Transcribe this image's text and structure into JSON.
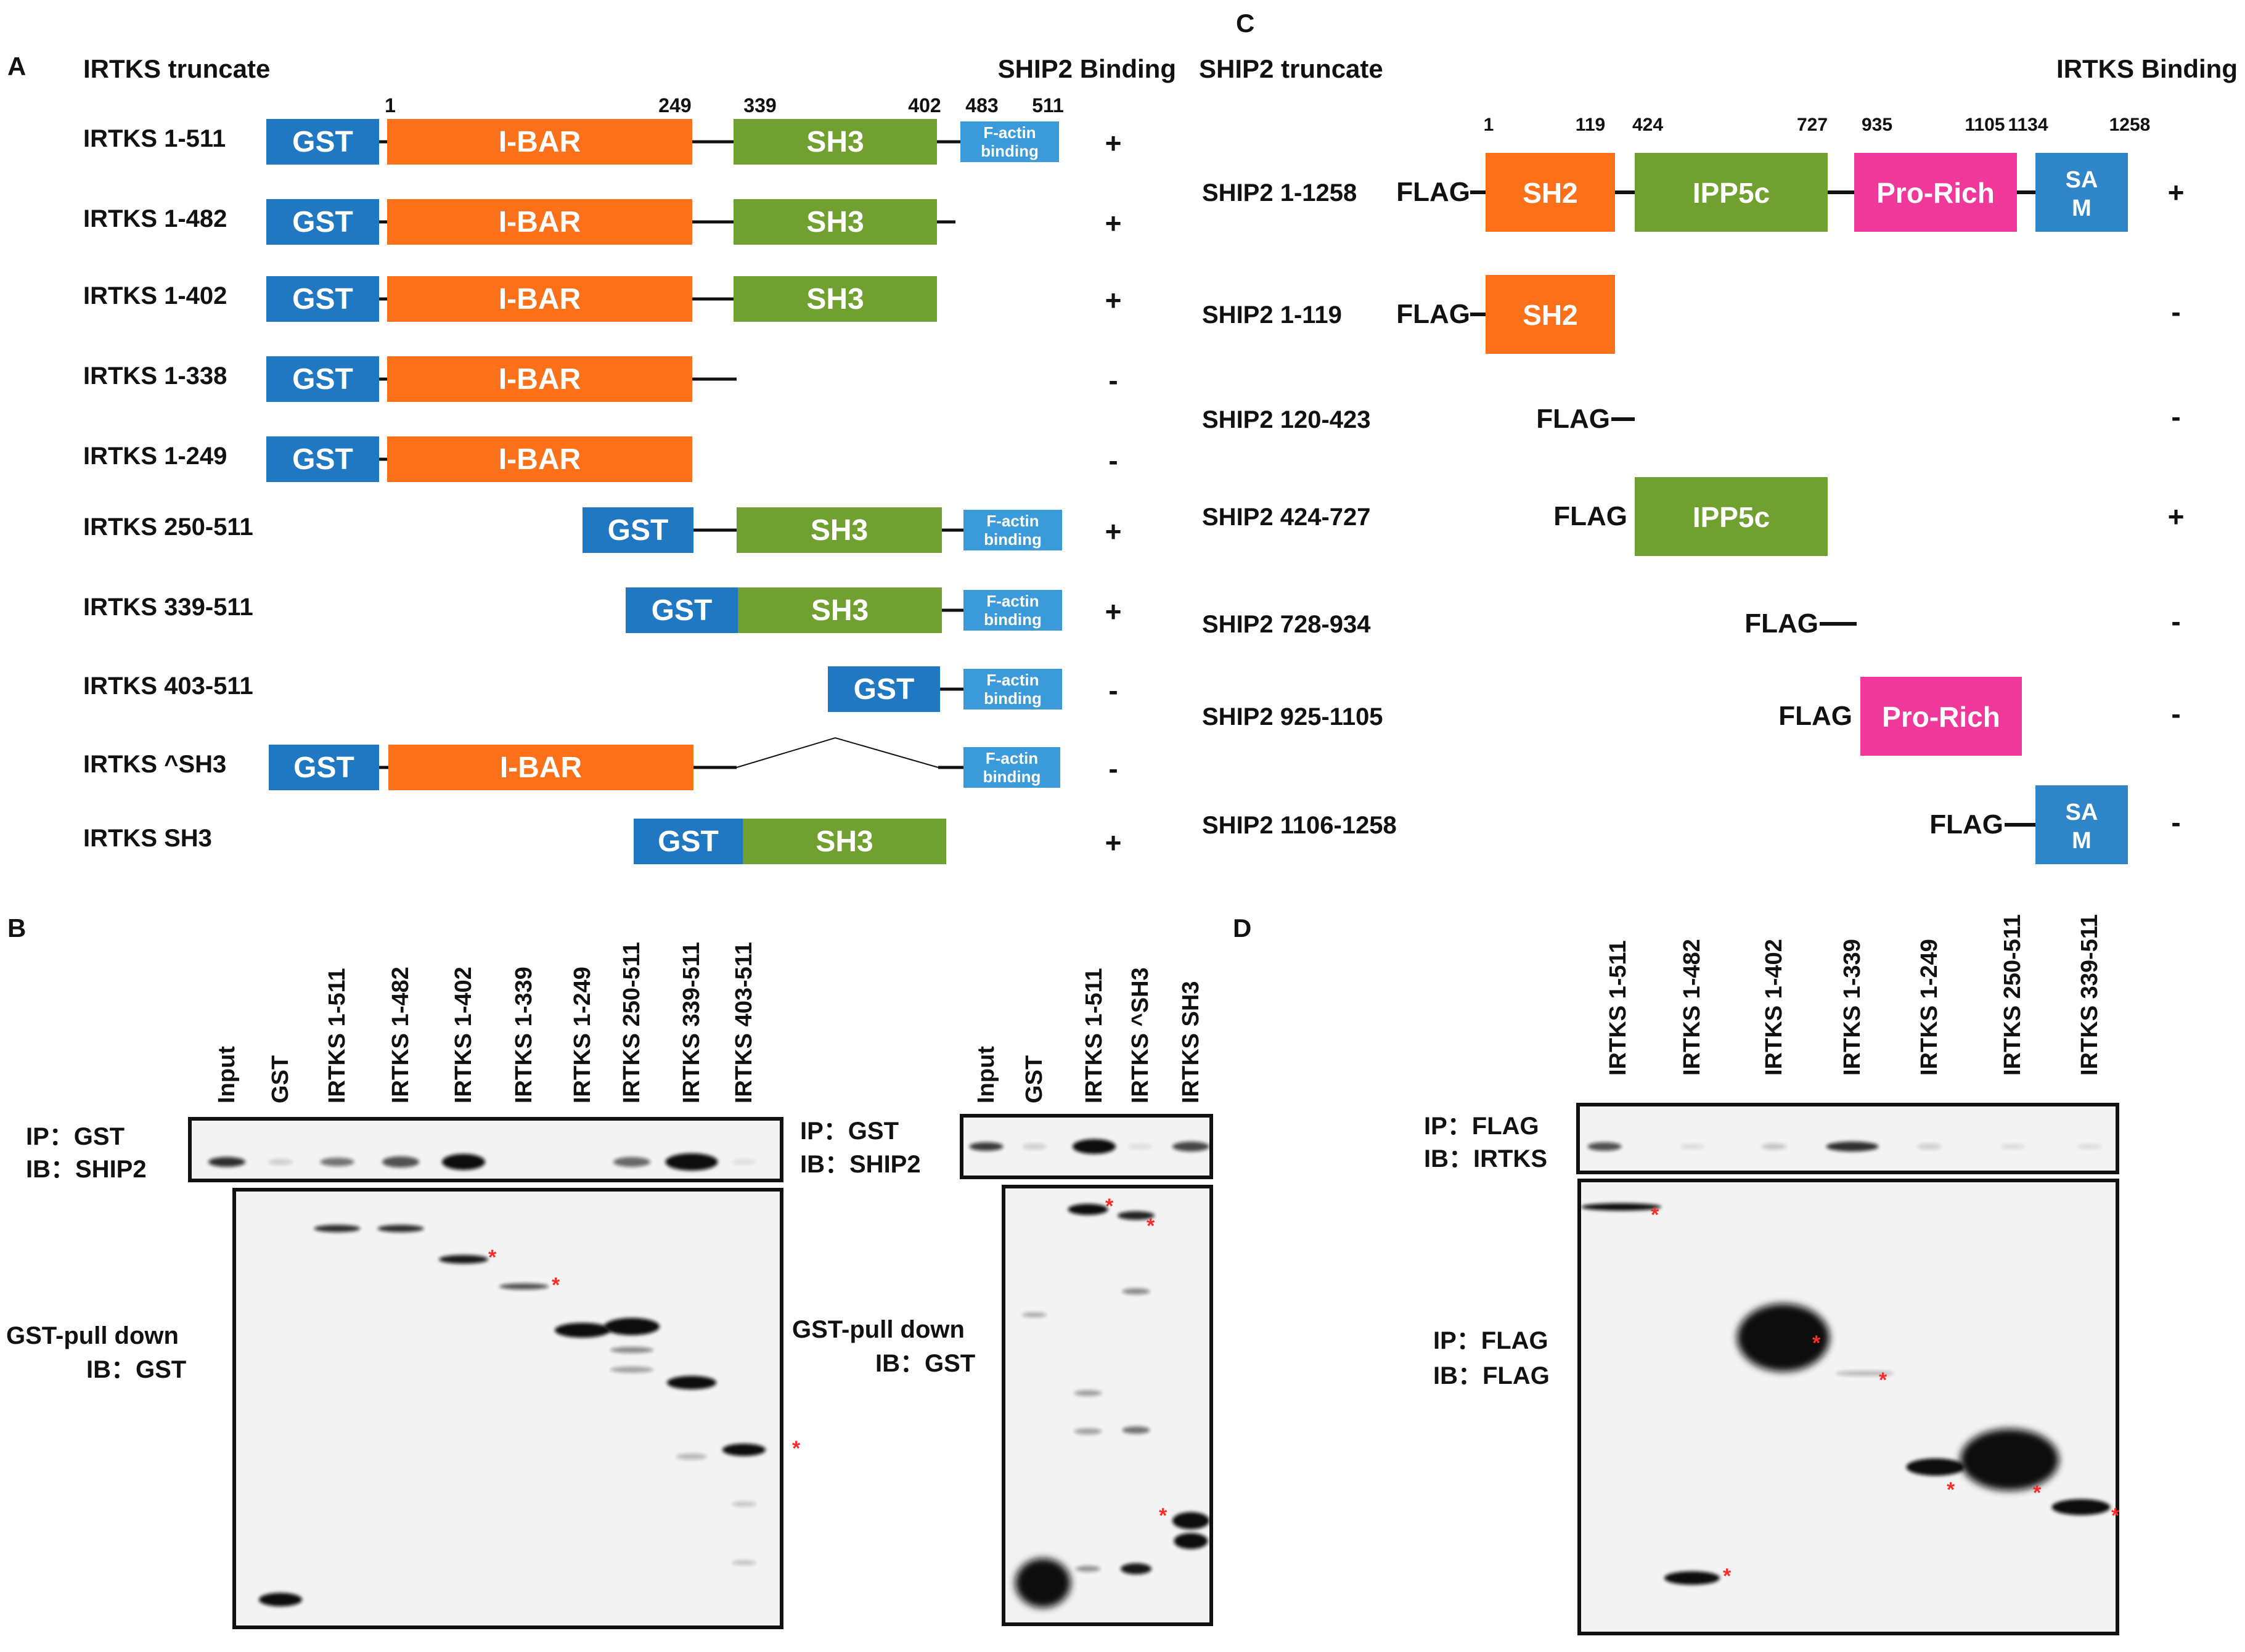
{
  "colors": {
    "gst": "#1f78c1",
    "ibar": "#fb7018",
    "sh3": "#70a030",
    "factin": "#3b9ad9",
    "sh2": "#fb7018",
    "ipp5c": "#70a030",
    "prorich": "#f0379a",
    "sam": "#2e86c9",
    "star": "#ff2a2a",
    "blot_bg": "#f3f3f3"
  },
  "panel_a": {
    "letter": "A",
    "title": "IRTKS truncate",
    "binding_header": "SHIP2 Binding",
    "domain_labels": {
      "gst": "GST",
      "ibar": "I-BAR",
      "sh3": "SH3",
      "factin_1": "F-actin",
      "factin_2": "binding"
    },
    "positions": [
      "1",
      "249",
      "339",
      "402",
      "483",
      "511"
    ],
    "constructs": [
      {
        "name": "IRTKS 1-511",
        "binding": "+"
      },
      {
        "name": "IRTKS 1-482",
        "binding": "+"
      },
      {
        "name": "IRTKS 1-402",
        "binding": "+"
      },
      {
        "name": "IRTKS 1-338",
        "binding": "-"
      },
      {
        "name": "IRTKS 1-249",
        "binding": "-"
      },
      {
        "name": "IRTKS 250-511",
        "binding": "+"
      },
      {
        "name": "IRTKS 339-511",
        "binding": "+"
      },
      {
        "name": "IRTKS 403-511",
        "binding": "-"
      },
      {
        "name": "IRTKS ^SH3",
        "binding": "-"
      },
      {
        "name": "IRTKS SH3",
        "binding": "+"
      }
    ]
  },
  "panel_c": {
    "letter": "C",
    "title": "SHIP2 truncate",
    "binding_header": "IRTKS Binding",
    "tag": "FLAG",
    "domain_labels": {
      "sh2": "SH2",
      "ipp5c": "IPP5c",
      "prorich": "Pro-Rich",
      "sam_1": "SA",
      "sam_2": "M"
    },
    "positions": [
      "1",
      "119",
      "424",
      "727",
      "935",
      "1105",
      "1134",
      "1258"
    ],
    "constructs": [
      {
        "name": "SHIP2 1-1258",
        "binding": "+"
      },
      {
        "name": "SHIP2 1-119",
        "binding": "-"
      },
      {
        "name": "SHIP2 120-423",
        "binding": "-"
      },
      {
        "name": "SHIP2 424-727",
        "binding": "+"
      },
      {
        "name": "SHIP2 728-934",
        "binding": "-"
      },
      {
        "name": "SHIP2 925-1105",
        "binding": "-"
      },
      {
        "name": "SHIP2 1106-1258",
        "binding": "-"
      }
    ]
  },
  "panel_b": {
    "letter": "B",
    "lanes_left": [
      "Input",
      "GST",
      "IRTKS 1-511",
      "IRTKS 1-482",
      "IRTKS 1-402",
      "IRTKS 1-339",
      "IRTKS 1-249",
      "IRTKS 250-511",
      "IRTKS 339-511",
      "IRTKS 403-511"
    ],
    "lanes_right": [
      "Input",
      "GST",
      "IRTKS 1-511",
      "IRTKS ^SH3",
      "IRTKS SH3"
    ],
    "ip_label": "IP：GST",
    "ib_label": "IB：SHIP2",
    "pulldown_label": "GST-pull down",
    "ib_gst_label": "IB：GST"
  },
  "panel_d": {
    "letter": "D",
    "lanes": [
      "IRTKS 1-511",
      "IRTKS 1-482",
      "IRTKS 1-402",
      "IRTKS 1-339",
      "IRTKS 1-249",
      "IRTKS 250-511",
      "IRTKS 339-511"
    ],
    "ip_label": "IP：FLAG",
    "ib_irtks_label": "IB：IRTKS",
    "ib_flag_label": "IB：FLAG"
  }
}
